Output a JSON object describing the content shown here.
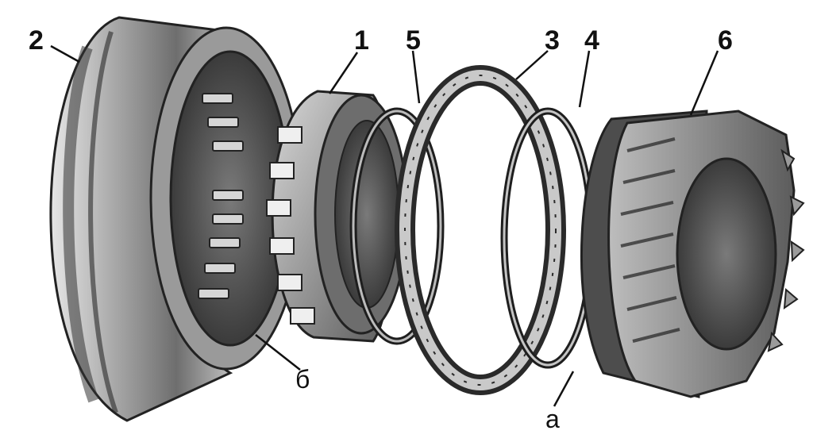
{
  "callouts": {
    "n2": "2",
    "n1": "1",
    "n5": "5",
    "n3": "3",
    "n4": "4",
    "n6": "6",
    "b": "б",
    "a": "а"
  },
  "colors": {
    "background": "#ffffff",
    "ink": "#111111",
    "metal_light": "#c8c8c8",
    "metal_mid": "#8a8a8a",
    "metal_dark": "#3c3c3c"
  }
}
